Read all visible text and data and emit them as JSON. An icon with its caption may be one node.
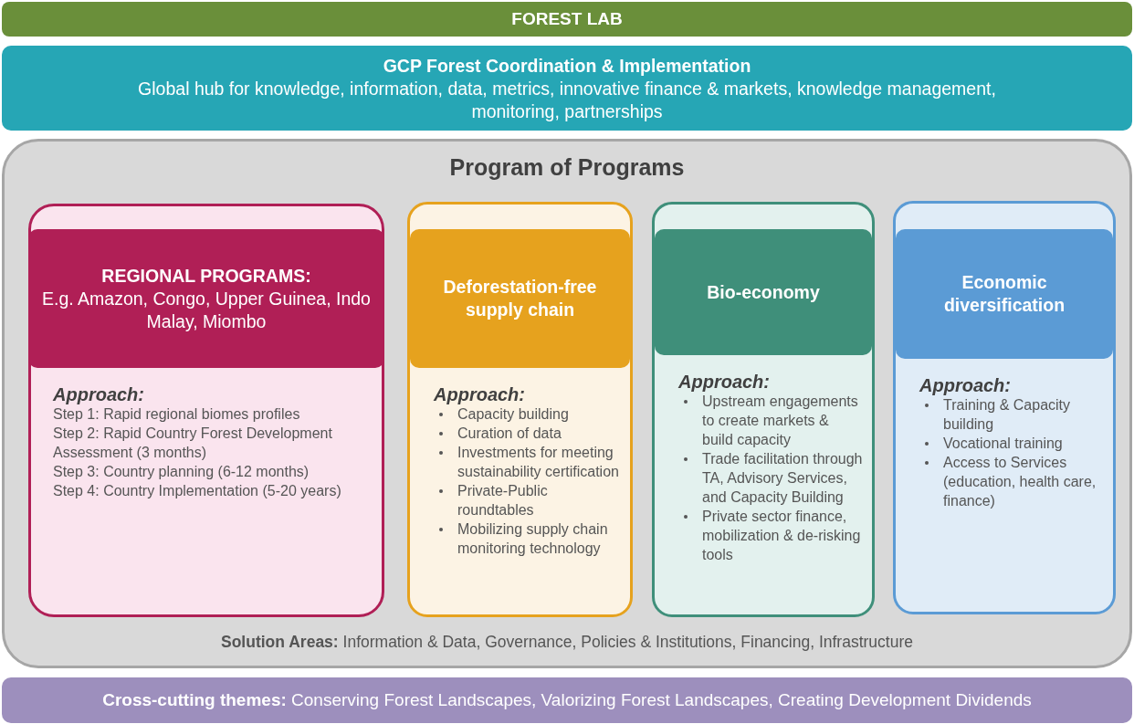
{
  "diagram": {
    "nodes": [
      {
        "text": [
          "FOREST LAB"
        ]
      },
      {
        "text": [
          "GCP Forest Coordination & Implementation",
          "Global hub for knowledge, information, data, metrics, innovative finance & markets, knowledge management, monitoring, partnerships"
        ]
      },
      {
        "text": [
          "Program of Programs",
          "**Solution Areas:** Information & Data, Governance, Policies & Institutions, Financing, Infrastructure"
        ]
      },
      {
        "text": [
          "Approach:",
          "Step 1: Rapid regional biomes profiles",
          "Step 2: Rapid Country Forest Development Assessment (3 months)",
          "Step 3: Country planning (6-12 months)",
          "Step 4: Country Implementation (5-20 years)"
        ],
        "in": 2
      },
      {
        "text": [
          "REGIONAL PROGRAMS:",
          "E.g. Amazon, Congo, Upper Guinea, Indo Malay, Miombo"
        ],
        "in": 3
      },
      {
        "text": [
          "Approach:",
          "Capacity building",
          "Curation of data",
          "Investments for meeting sustainability certification",
          "Private-Public roundtables",
          "Mobilizing supply chain monitoring technology"
        ],
        "in": 2
      },
      {
        "text": [
          "Deforestation-free supply chain"
        ],
        "in": 5
      },
      {
        "text": [
          "Approach:",
          "Upstream engagements to create markets & build capacity",
          "Trade facilitation through TA, Advisory Services, and Capacity Building",
          "Private sector finance, mobilization & de-risking tools"
        ],
        "in": 2
      },
      {
        "text": [
          "Bio-economy"
        ],
        "in": 7
      },
      {
        "text": [
          "Approach:",
          "Training & Capacity building",
          "Vocational training",
          "Access to Services (education, health care, finance)"
        ],
        "in": 2
      },
      {
        "text": [
          "Economic diversification"
        ],
        "in": 9
      },
      {
        "text": [
          "**Cross-cutting themes:** Conserving Forest Landscapes, Valorizing Forest Landscapes, Creating Development Dividends"
        ]
      }
    ]
  }
}
